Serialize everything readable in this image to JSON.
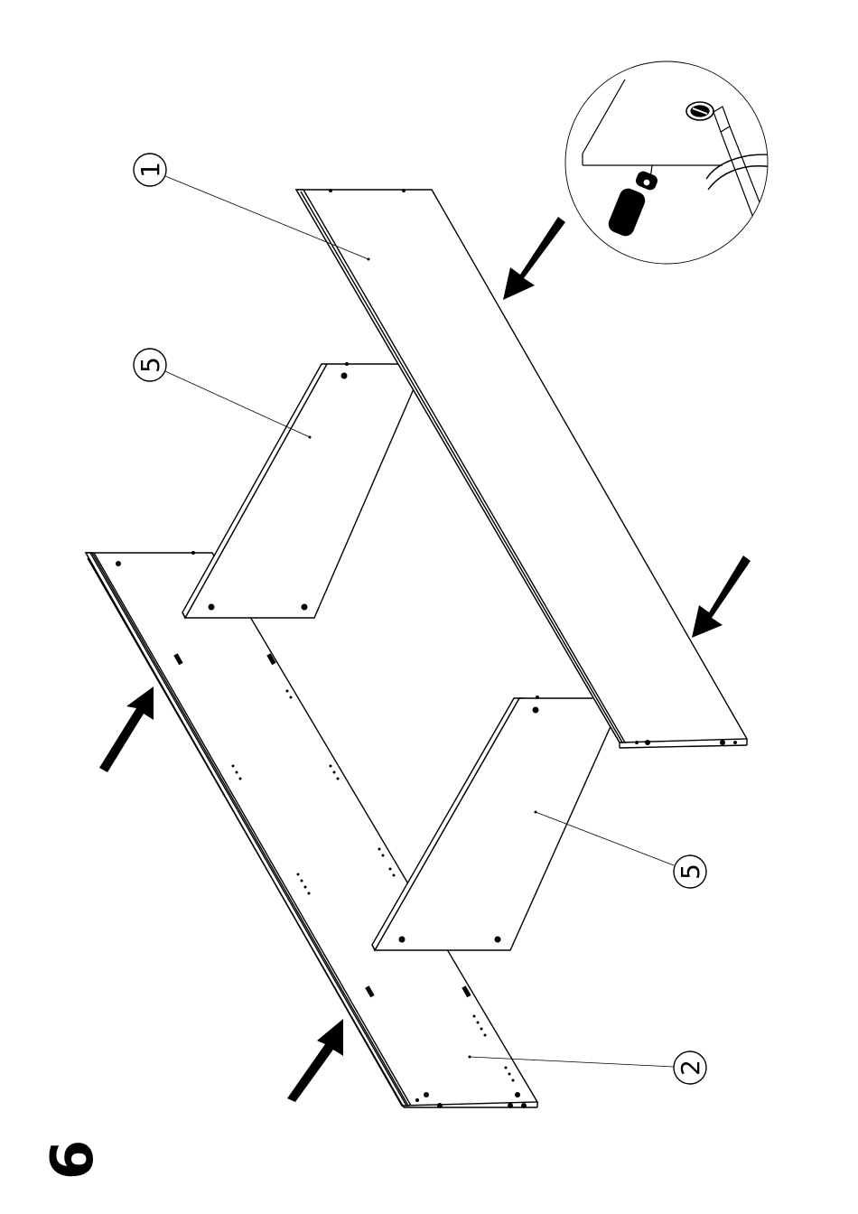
{
  "step_number": "6",
  "callouts": [
    {
      "id": "panel-1",
      "label": "1"
    },
    {
      "id": "shelf-5-upper",
      "label": "5"
    },
    {
      "id": "shelf-5-lower",
      "label": "5"
    },
    {
      "id": "panel-2",
      "label": "2"
    }
  ],
  "colors": {
    "ink": "#000000",
    "paper": "#ffffff"
  },
  "icons": [
    "assembly-arrow-icon",
    "screwdriver-icon",
    "cam-lock-icon",
    "dowel-icon",
    "rotate-arrow-icon"
  ]
}
